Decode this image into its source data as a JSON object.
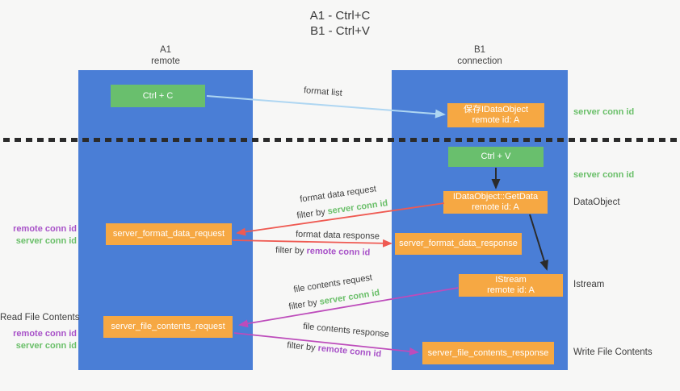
{
  "title": {
    "line1": "A1 - Ctrl+C",
    "line2": "B1 - Ctrl+V"
  },
  "lanes": {
    "left": {
      "title": "A1",
      "subtitle": "remote"
    },
    "right": {
      "title": "B1",
      "subtitle": "connection"
    }
  },
  "nodes": {
    "ctrl_c": {
      "label": "Ctrl + C"
    },
    "ctrl_v": {
      "label": "Ctrl + V"
    },
    "save_dataobject": {
      "line1": "保存IDataObject",
      "line2": "remote id: A"
    },
    "getdata": {
      "line1": "IDataObject::GetData",
      "line2": "remote id: A"
    },
    "istream": {
      "line1": "IStream",
      "line2": "remote id: A"
    },
    "format_request": {
      "label": "server_format_data_request"
    },
    "format_response": {
      "label": "server_format_data_response"
    },
    "file_request": {
      "label": "server_file_contents_request"
    },
    "file_response": {
      "label": "server_file_contents_response"
    }
  },
  "edge_labels": {
    "format_list": "format list",
    "format_data_request": "format data request",
    "format_data_response": "format data response",
    "file_contents_request": "file contents request",
    "file_contents_response": "file contents response",
    "filter_by": "filter by ",
    "server_conn_id": "server conn id",
    "remote_conn_id": "remote conn id"
  },
  "side_labels": {
    "left_format": {
      "remote": "remote conn id",
      "server": "server conn id"
    },
    "left_file": {
      "title": "Read File Contents",
      "remote": "remote conn id",
      "server": "server conn id"
    },
    "right": {
      "server_conn_id_top": "server conn id",
      "server_conn_id_mid": "server conn id",
      "dataobject": "DataObject",
      "istream": "Istream",
      "write_file": "Write File Contents"
    }
  },
  "colors": {
    "background": "#f7f7f6",
    "lane_blue": "#4a7ed6",
    "node_green": "#69bf6d",
    "node_orange": "#f6a843",
    "accent_green": "#6abf69",
    "accent_purple": "#a852c8",
    "arrow_red": "#ef5a52",
    "arrow_magenta": "#bd4cbb",
    "arrow_lightblue": "#aed6f2",
    "arrow_black": "#2b2b2b",
    "divider_black": "#2b2b2b"
  }
}
